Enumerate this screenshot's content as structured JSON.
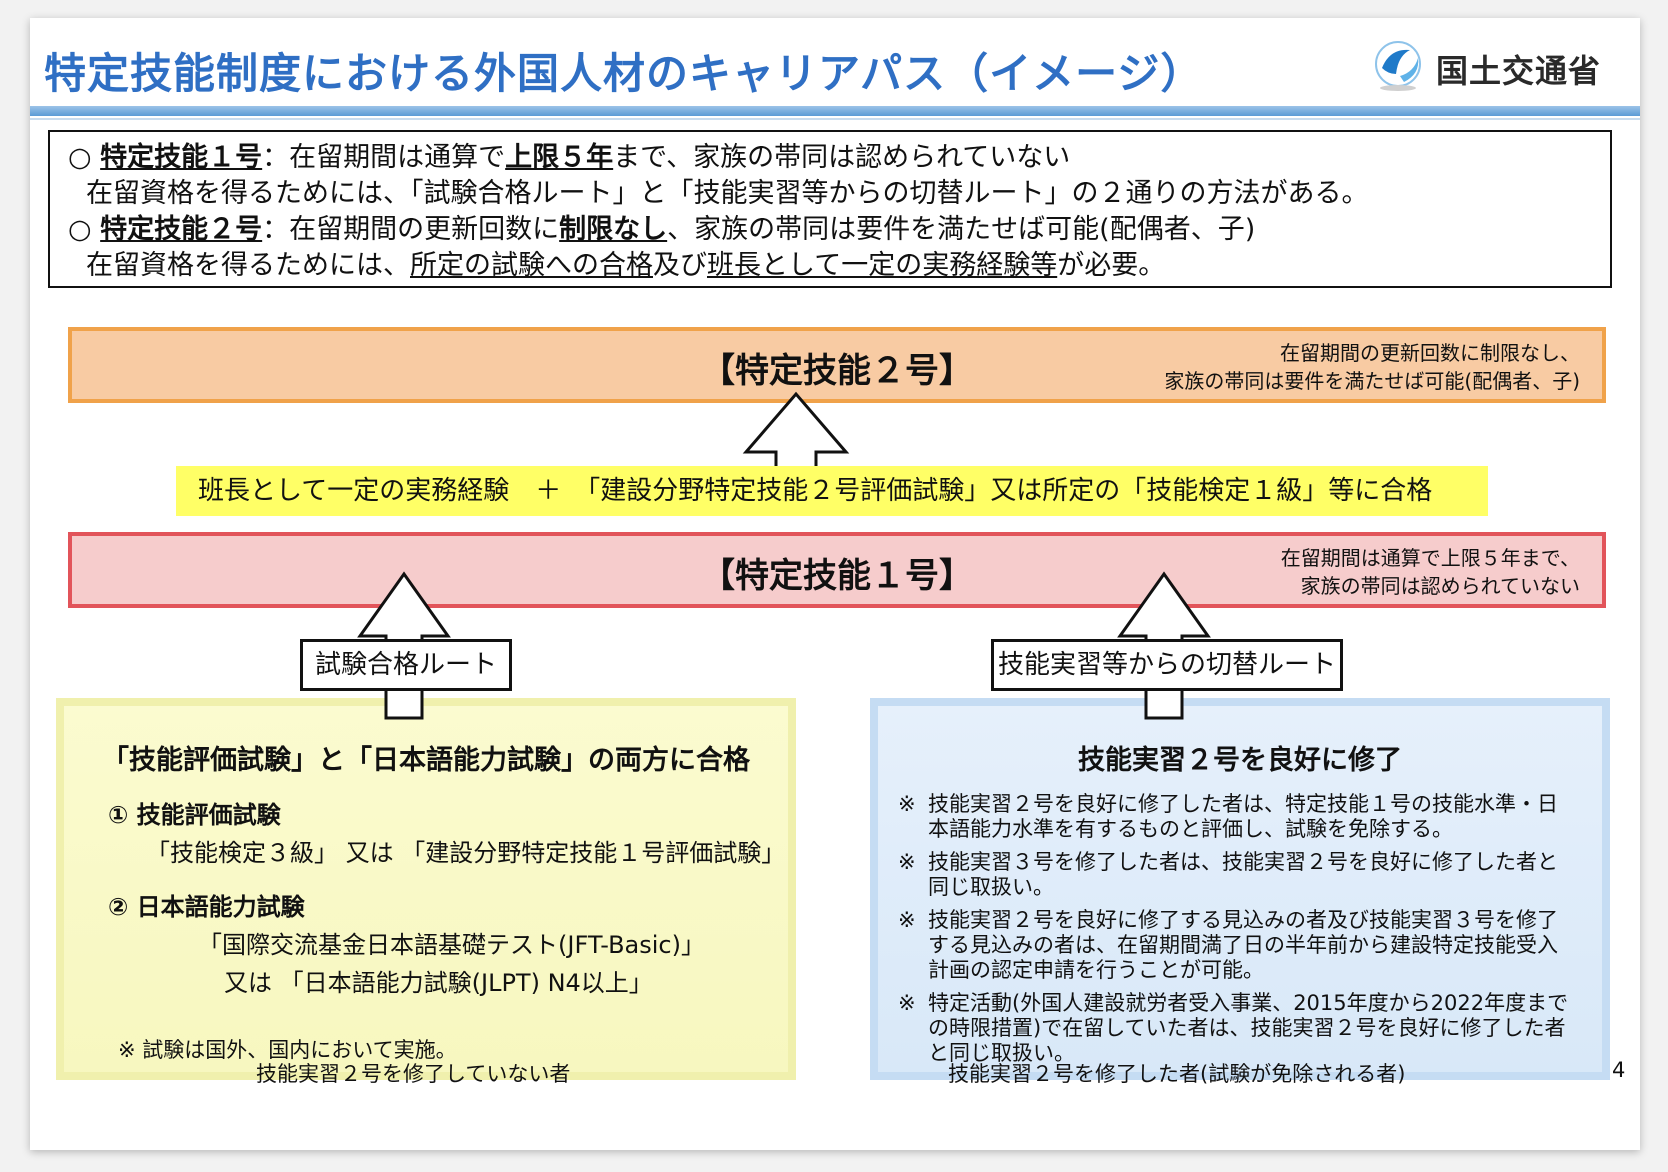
{
  "header": {
    "title": "特定技能制度における外国人材のキャリアパス（イメージ）",
    "logo_text": "国土交通省",
    "accent_color": "#2f6fc4"
  },
  "summary": {
    "bullet": "○",
    "l1_label": "特定技能１号",
    "l1_a": "：在留期間は通算で",
    "l1_bold": "上限５年",
    "l1_b": "まで、家族の帯同は認められていない",
    "l2": "在留資格を得るためには、「試験合格ルート」と「技能実習等からの切替ルート」の２通りの方法がある。",
    "l3_label": "特定技能２号",
    "l3_a": "：在留期間の更新回数に",
    "l3_bold": "制限なし",
    "l3_b": "、家族の帯同は要件を満たせば可能(配偶者、子)",
    "l4_a": "在留資格を得るためには、",
    "l4_u1": "所定の試験への合格",
    "l4_b": "及び",
    "l4_u2": "班長として一定の実務経験等",
    "l4_c": "が必要。"
  },
  "tier2": {
    "title": "【特定技能２号】",
    "note1": "在留期間の更新回数に制限なし、",
    "note2": "家族の帯同は要件を満たせば可能(配偶者、子)",
    "bg_color": "#f8cba3",
    "border_color": "#f0a24a"
  },
  "requirement_band": "班長として一定の実務経験　＋　「建設分野特定技能２号評価試験」又は所定の「技能検定１級」等に合格",
  "tier1": {
    "title": "【特定技能１号】",
    "note1": "在留期間は通算で上限５年まで、",
    "note2": "家族の帯同は認められていない",
    "bg_color": "#f6cccc",
    "border_color": "#e2545a"
  },
  "route_left": {
    "label": "試験合格ルート",
    "heading": "「技能評価試験」と「日本語能力試験」の両方に合格",
    "item1_title": "①  技能評価試験",
    "item1_detail": "「技能検定３級」 又は 「建設分野特定技能１号評価試験」",
    "item2_title": "②  日本語能力試験",
    "item2_detail1": "「国際交流基金日本語基礎テスト(JFT-Basic)」",
    "item2_detail2": "又は 「日本語能力試験(JLPT) N4以上」",
    "note": "※ 試験は国外、国内において実施。",
    "caption": "技能実習２号を修了していない者"
  },
  "route_right": {
    "label": "技能実習等からの切替ルート",
    "heading": "技能実習２号を良好に修了",
    "note_mark": "※",
    "notes": [
      "技能実習２号を良好に修了した者は、特定技能１号の技能水準・日本語能力水準を有するものと評価し、試験を免除する。",
      "技能実習３号を修了した者は、技能実習２号を良好に修了した者と同じ取扱い。",
      "技能実習２号を良好に修了する見込みの者及び技能実習３号を修了する見込みの者は、在留期間満了日の半年前から建設特定技能受入計画の認定申請を行うことが可能。",
      "特定活動(外国人建設就労者受入事業、2015年度から2022年度までの時限措置)で在留していた者は、技能実習２号を良好に修了した者と同じ取扱い。"
    ],
    "caption": "技能実習２号を修了した者(試験が免除される者)"
  },
  "page_number": "4"
}
